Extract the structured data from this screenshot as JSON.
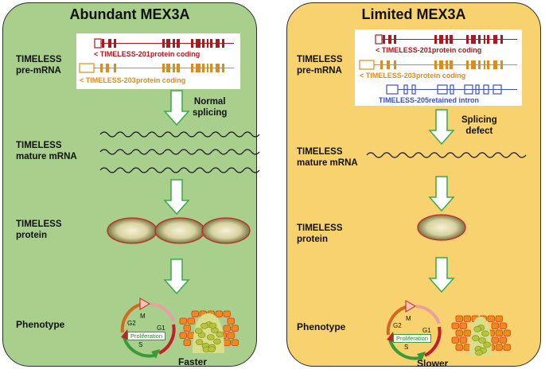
{
  "left": {
    "title": "Abundant MEX3A",
    "labels": {
      "pre_mrna_1": "TIMELESS",
      "pre_mrna_2": "pre-mRNA",
      "mature_1": "TIMELESS",
      "mature_2": "mature mRNA",
      "protein_1": "TIMELESS",
      "protein_2": "protein",
      "phenotype": "Phenotype"
    },
    "transcripts": [
      {
        "arrow": "<",
        "name": "TIMELESS-201",
        "type": "protein coding",
        "color": "#a51b22"
      },
      {
        "arrow": "<",
        "name": "TIMELESS-203",
        "type": "protein coding",
        "color": "#d88d1e"
      }
    ],
    "step_1": "Normal",
    "step_2": "splicing",
    "outcome": "Faster",
    "cycle": {
      "m": "M",
      "g1": "G1",
      "g2": "G2",
      "s": "S",
      "center": "Proliferation"
    }
  },
  "right": {
    "title": "Limited MEX3A",
    "labels": {
      "pre_mrna_1": "TIMELESS",
      "pre_mrna_2": "pre-mRNA",
      "mature_1": "TIMELESS",
      "mature_2": "mature mRNA",
      "protein_1": "TIMELESS",
      "protein_2": "protein",
      "phenotype": "Phenotype"
    },
    "transcripts": [
      {
        "arrow": "<",
        "name": "TIMELESS-201",
        "type": "protein coding",
        "color": "#a51b22"
      },
      {
        "arrow": "<",
        "name": "TIMELESS-203",
        "type": "protein coding",
        "color": "#d88d1e"
      },
      {
        "arrow": "",
        "name": "TIMELESS-205",
        "type": "retained intron",
        "color": "#3d52b5"
      }
    ],
    "step_1": "Splicing",
    "step_2": "defect",
    "outcome": "Slower",
    "cycle": {
      "m": "M",
      "g1": "G1",
      "g2": "G2",
      "s": "S",
      "center": "Proliferation"
    }
  },
  "colors": {
    "left_bg": "#a9cf8d",
    "right_bg": "#f7d26e",
    "arrow_fill": "#ffffff",
    "arrow_stroke": "#3aa84a",
    "protein_edge": "#c62828",
    "cell": "#f08a1c",
    "crypt": "#b5c43a"
  }
}
